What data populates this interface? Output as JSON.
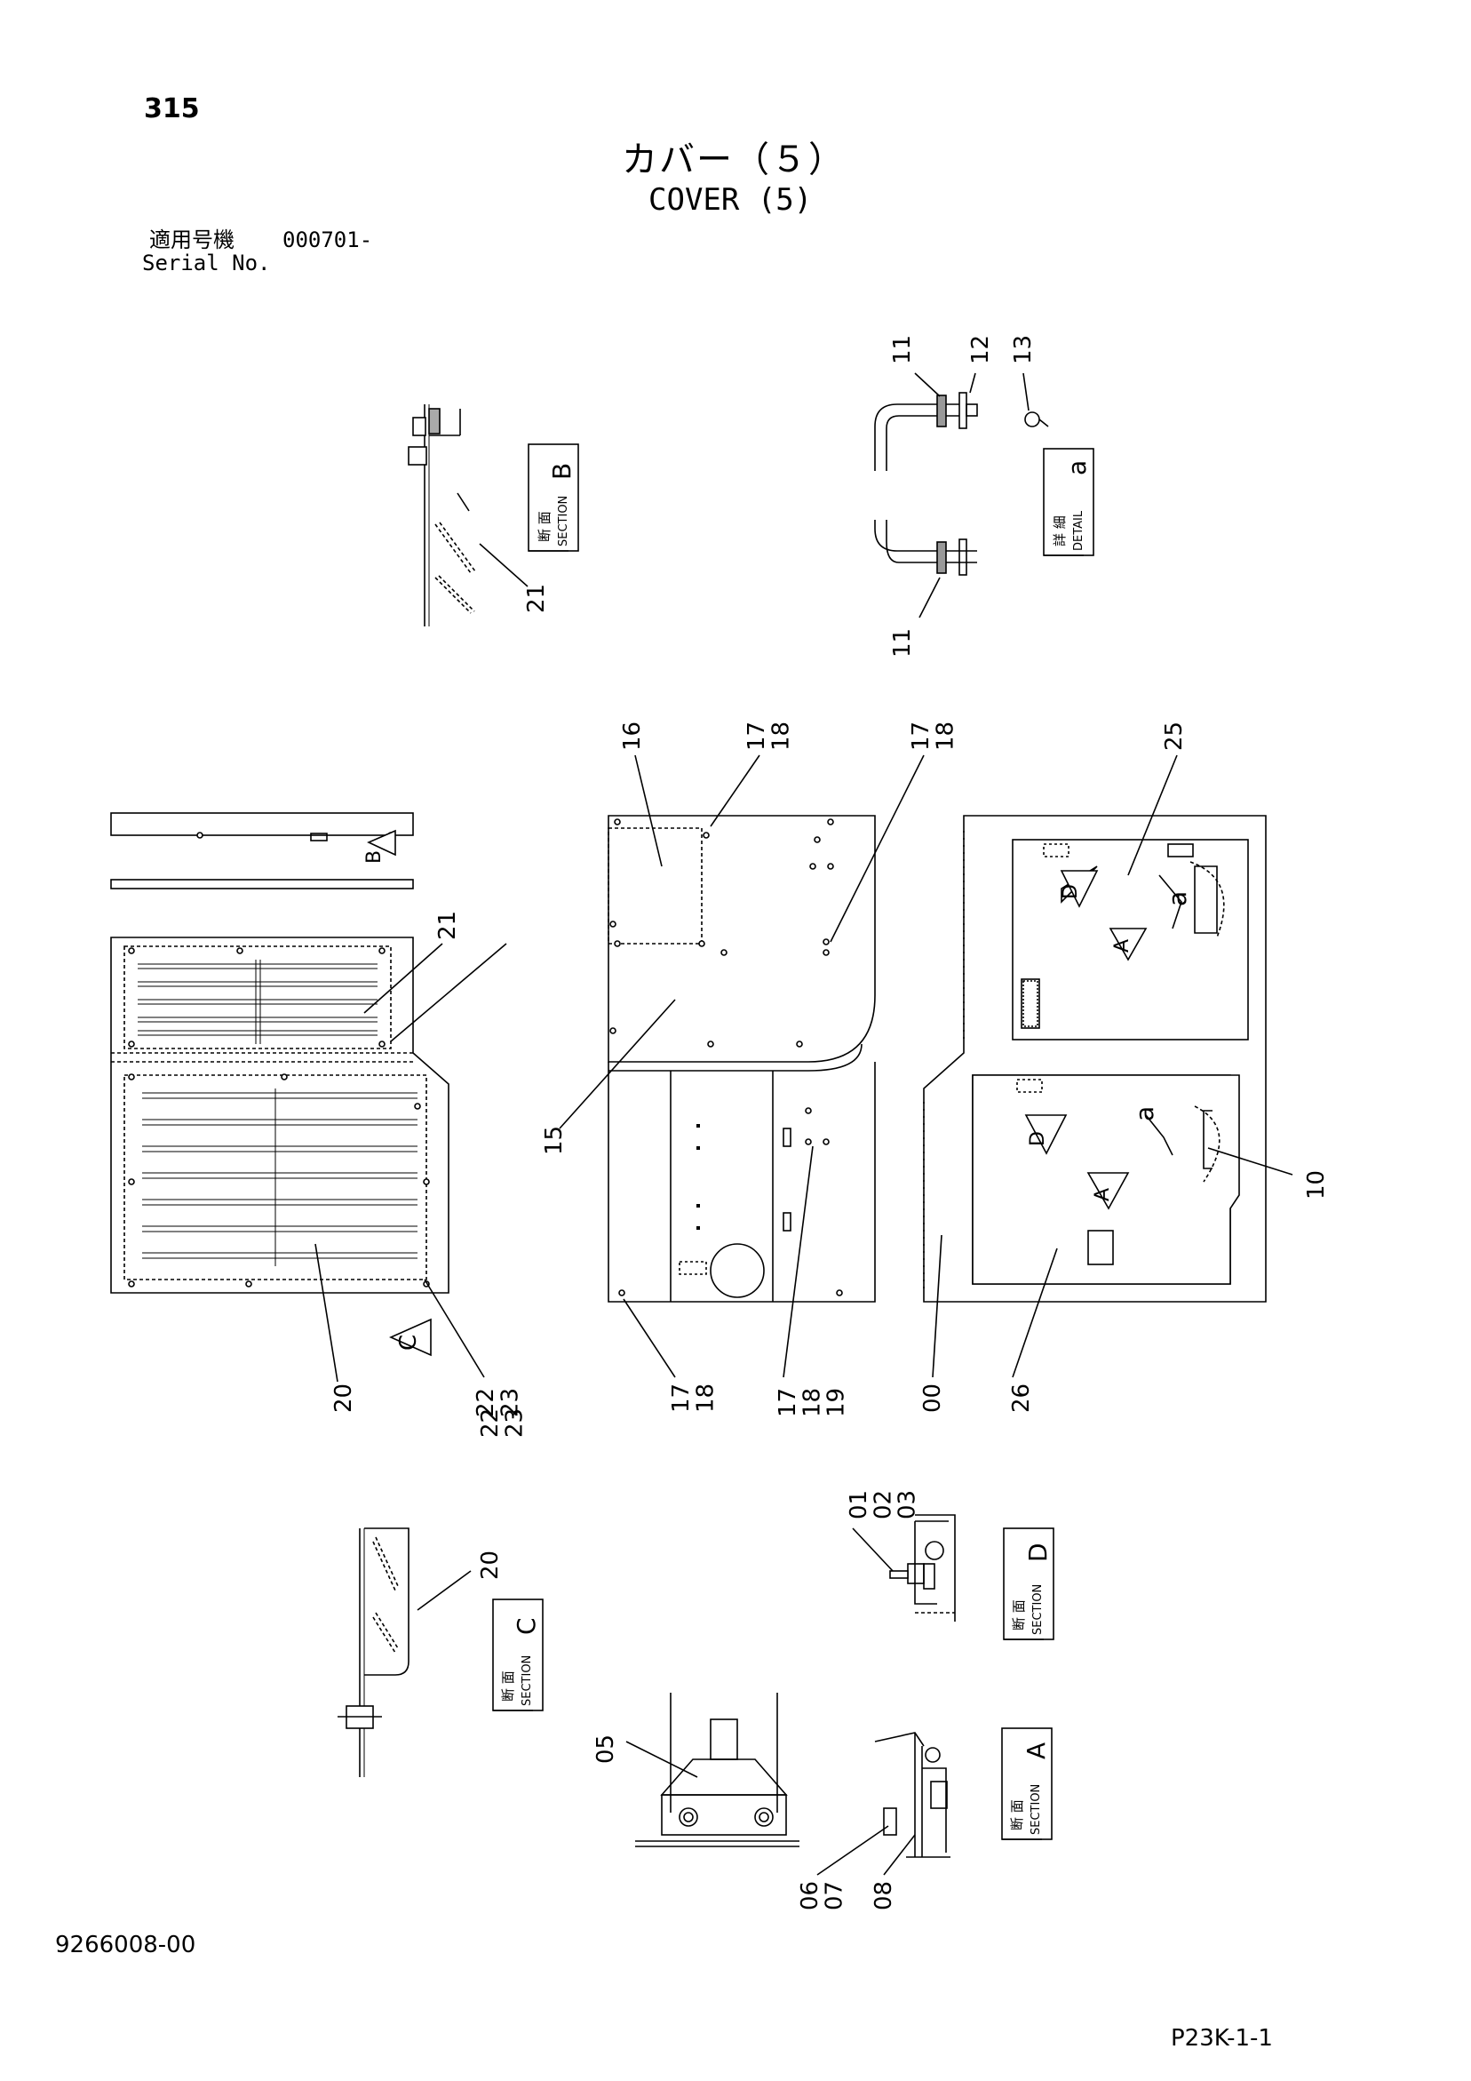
{
  "header": {
    "page_number": "315",
    "title_ja": "カバー（５）",
    "title_en": "COVER (5)",
    "serial_label_ja": "適用号機",
    "serial_number": "000701-",
    "serial_label_en": "Serial No."
  },
  "footer": {
    "doc_code": "9266008-00",
    "ref_code": "P23K-1-1"
  },
  "sections": {
    "section_b": {
      "ja": "断 面",
      "en": "SECTION",
      "letter": "B"
    },
    "detail_a": {
      "ja": "詳 細",
      "en": "DETAIL",
      "letter": "a"
    },
    "section_c": {
      "ja": "断 面",
      "en": "SECTION",
      "letter": "C"
    },
    "section_d": {
      "ja": "断 面",
      "en": "SECTION",
      "letter": "D"
    },
    "section_a": {
      "ja": "断 面",
      "en": "SECTION",
      "letter": "A"
    }
  },
  "view_markers": {
    "b": "B",
    "c": "C",
    "d1": "D",
    "a1": "A",
    "d2": "D",
    "a2": "A",
    "a_detail1": "a",
    "a_detail2": "a"
  },
  "callouts": {
    "c21_top": "21",
    "c11_top": "11",
    "c12": "12",
    "c13": "13",
    "c11_bottom": "11",
    "c16": "16",
    "c17_18_a": "17\n18",
    "c17_18_b": "17\n18",
    "c25": "25",
    "c21": "21",
    "c22_23_top": "22\n23",
    "c15": "15",
    "c10": "10",
    "c20_front": "20",
    "c22_23_bottom": "22\n23",
    "c17_18_c": "17\n18",
    "c17_18_19": "17\n18\n19",
    "c00": "00",
    "c26": "26",
    "c20_section": "20",
    "c01_02_03": "01\n02\n03",
    "c05": "05",
    "c06_07": "06\n07",
    "c08": "08"
  }
}
